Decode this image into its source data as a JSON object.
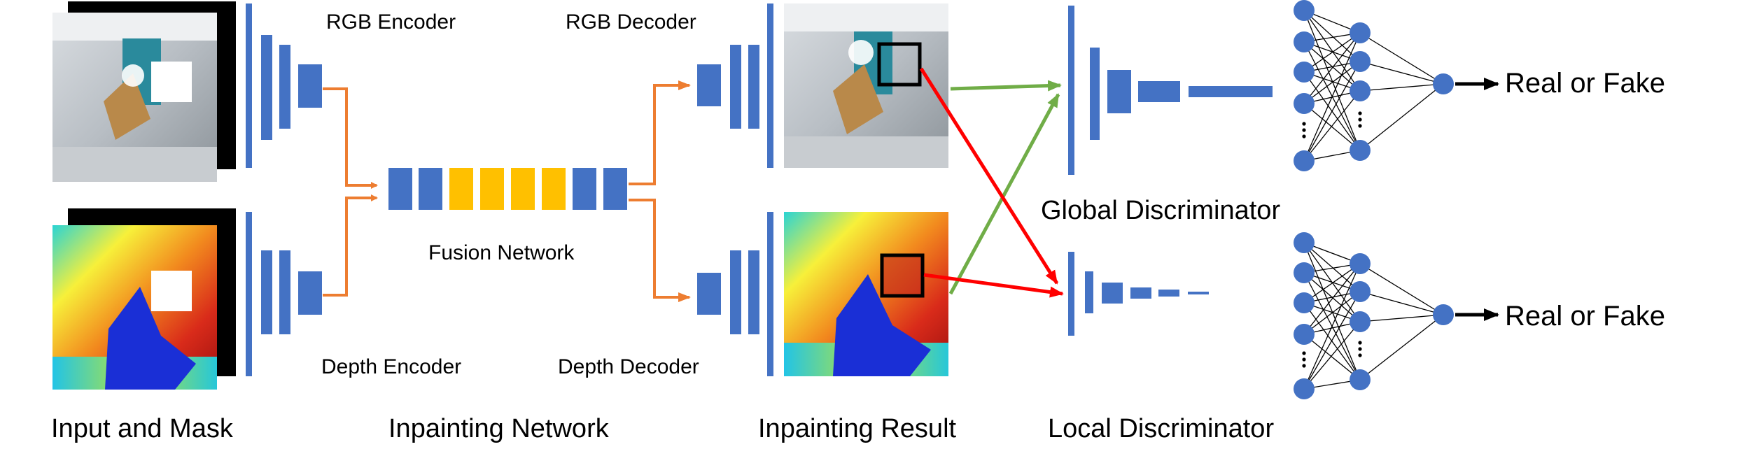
{
  "labels": {
    "rgb_encoder": "RGB Encoder",
    "rgb_decoder": "RGB Decoder",
    "depth_encoder": "Depth Encoder",
    "depth_decoder": "Depth Decoder",
    "fusion_network": "Fusion Network",
    "global_discriminator": "Global Discriminator",
    "local_discriminator": "Local Discriminator",
    "input_and_mask": "Input and Mask",
    "inpainting_network": "Inpainting Network",
    "inpainting_result": "Inpainting Result",
    "real_or_fake_global": "Real or Fake",
    "real_or_fake_local": "Real or Fake"
  },
  "colors": {
    "layer_blue": "#4472C4",
    "fusion_yellow": "#FFC000",
    "arrow_orange": "#ED7D31",
    "arrow_green": "#70AD47",
    "arrow_red": "#FF0000",
    "node_blue": "#4472C4"
  }
}
